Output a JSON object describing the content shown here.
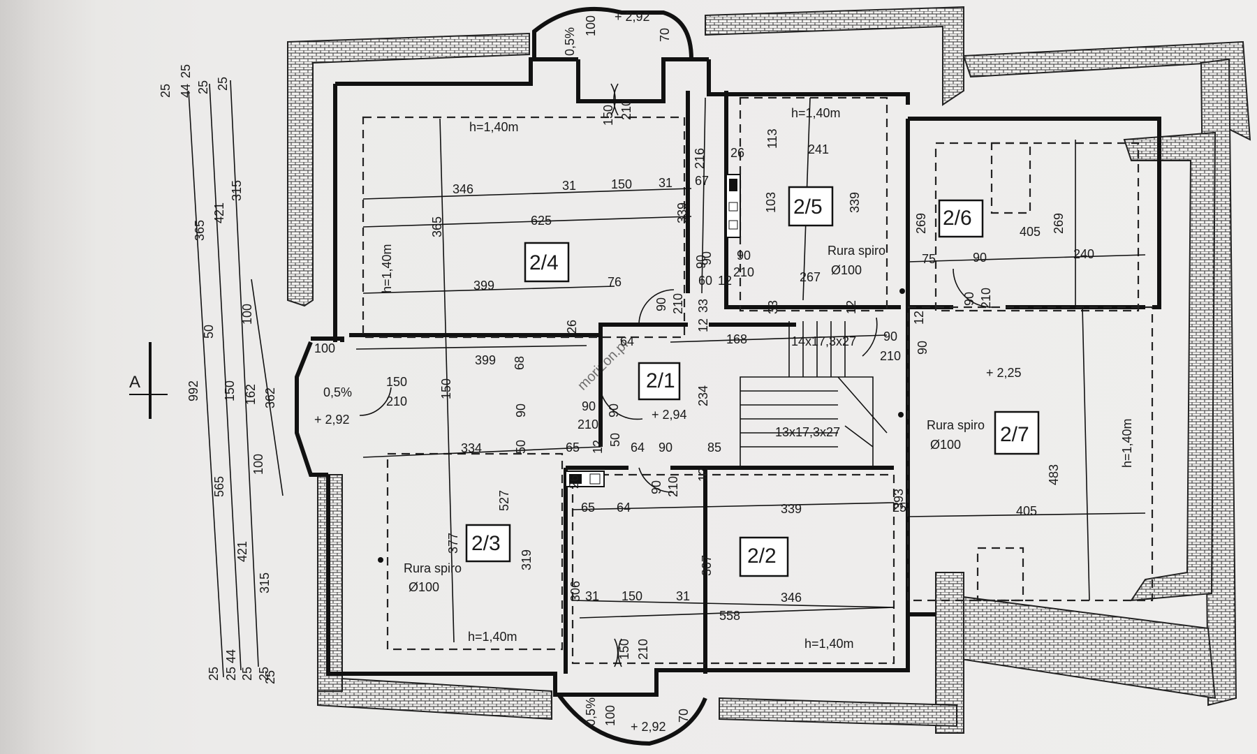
{
  "plan": {
    "section_marker": "A",
    "rooms": [
      {
        "label": "2/1"
      },
      {
        "label": "2/2"
      },
      {
        "label": "2/3"
      },
      {
        "label": "2/4"
      },
      {
        "label": "2/5"
      },
      {
        "label": "2/6"
      },
      {
        "label": "2/7"
      }
    ],
    "heights": [
      {
        "text": "h=1,40m"
      },
      {
        "text": "h=1,40m"
      },
      {
        "text": "h=1,40m"
      },
      {
        "text": "h=1,40m"
      },
      {
        "text": "h=1,40m"
      },
      {
        "text": "h=1,40m"
      }
    ],
    "levels": [
      {
        "text": "+ 2,92"
      },
      {
        "text": "+ 2,92"
      },
      {
        "text": "+ 2,92"
      },
      {
        "text": "+ 2,94"
      },
      {
        "text": "+ 2,25"
      }
    ],
    "slopes": [
      {
        "text": "0,5%"
      },
      {
        "text": "0,5%"
      },
      {
        "text": "0,5%"
      }
    ],
    "pipes": [
      {
        "name": "Rura spiro",
        "size": "Ø100"
      },
      {
        "name": "Rura spiro",
        "size": "Ø100"
      },
      {
        "name": "Rura spiro",
        "size": "Ø100"
      }
    ],
    "stairs": [
      {
        "text": "14x17,3x27"
      },
      {
        "text": "13x17,3x27"
      }
    ],
    "doors": [
      {
        "w": "90",
        "h": "210"
      },
      {
        "w": "90",
        "h": "210"
      },
      {
        "w": "90",
        "h": "210"
      },
      {
        "w": "90",
        "h": "210"
      },
      {
        "w": "90",
        "h": "210"
      },
      {
        "w": "90",
        "h": "210"
      },
      {
        "w": "150",
        "h": "210"
      },
      {
        "w": "150",
        "h": "210"
      },
      {
        "w": "150",
        "h": "210"
      }
    ],
    "left_dims": {
      "top_col": [
        "25",
        "44",
        "25",
        "25",
        "25"
      ],
      "bottom_col": [
        "25",
        "25",
        "44",
        "25",
        "25",
        "25"
      ],
      "mid": [
        "992",
        "365",
        "421",
        "315",
        "50",
        "100",
        "150",
        "162",
        "362",
        "565",
        "421",
        "315",
        "100"
      ]
    },
    "room_dims": [
      "346",
      "31",
      "150",
      "31",
      "625",
      "365",
      "339",
      "399",
      "76",
      "216",
      "67",
      "26",
      "26",
      "90",
      "60",
      "12",
      "33",
      "113",
      "241",
      "103",
      "339",
      "267",
      "269",
      "405",
      "269",
      "75",
      "90",
      "240",
      "399",
      "68",
      "150",
      "90",
      "50",
      "334",
      "527",
      "377",
      "319",
      "64",
      "168",
      "90",
      "12",
      "234",
      "65",
      "12",
      "64",
      "90",
      "85",
      "339",
      "65",
      "64",
      "307",
      "25",
      "393",
      "405",
      "483",
      "31",
      "150",
      "31",
      "346",
      "558",
      "100",
      "100",
      "70",
      "100",
      "70",
      "33",
      "12",
      "50",
      "90",
      "26",
      "306",
      "12",
      "90",
      "12"
    ],
    "watermark": "morizon.pl"
  }
}
